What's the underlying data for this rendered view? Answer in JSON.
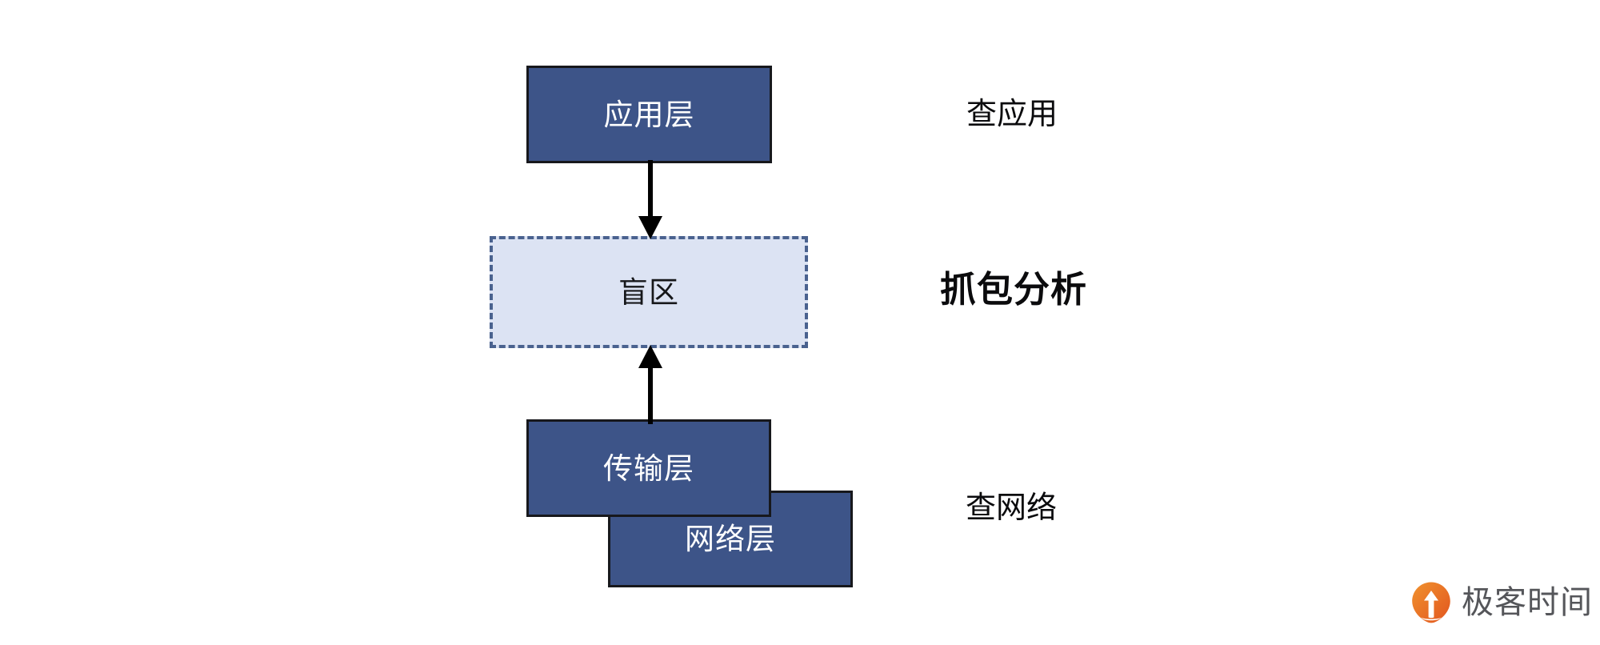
{
  "diagram": {
    "layers": [
      {
        "id": "application",
        "label": "应用层"
      },
      {
        "id": "blindspot",
        "label": "盲区"
      },
      {
        "id": "transport",
        "label": "传输层"
      },
      {
        "id": "network",
        "label": "网络层"
      }
    ],
    "annotations": [
      {
        "id": "application",
        "label": "查应用"
      },
      {
        "id": "capture",
        "label": "抓包分析"
      },
      {
        "id": "network",
        "label": "查网络"
      }
    ],
    "connectors": [
      {
        "id": "application-to-blindspot",
        "direction": "down"
      },
      {
        "id": "transport-to-blindspot",
        "direction": "up"
      }
    ],
    "colors": {
      "layer_fill": "#3d5488",
      "layer_border": "#17181c",
      "layer_text": "#ffffff",
      "blindspot_fill": "#dce3f3",
      "blindspot_border": "#4a628f",
      "blindspot_text": "#16171a",
      "annotation_text": "#0b0b0d",
      "arrow": "#000000",
      "background": "#ffffff",
      "brand_orange_light": "#f0922e",
      "brand_orange_dark": "#e2551f",
      "brand_wordmark": "#55565a"
    }
  },
  "brand": {
    "name": "极客时间",
    "mark": "geektime-pin-icon"
  }
}
